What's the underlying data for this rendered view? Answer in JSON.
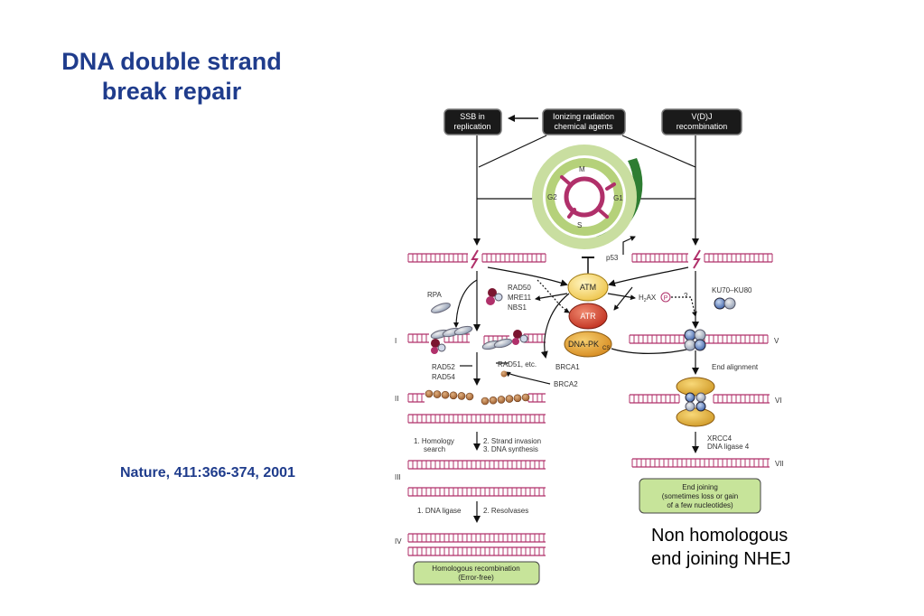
{
  "slide": {
    "title_line1": "DNA double strand",
    "title_line2": "break repair",
    "citation": "Nature, 411:366-374, 2001",
    "caption_line1": "Non homologous",
    "caption_line2": "end joining NHEJ"
  },
  "diagram": {
    "top_boxes": {
      "ssb": [
        "SSB in",
        "replication"
      ],
      "ionizing": [
        "Ionizing radiation",
        "chemical agents"
      ],
      "vdj": [
        "V(D)J",
        "recombination"
      ]
    },
    "cell_cycle": {
      "m": "M",
      "g1": "G1",
      "g2": "G2",
      "s": "S"
    },
    "kinases": {
      "atm": "ATM",
      "atr": "ATR",
      "dnapk": "DNA-PK",
      "dnapk_sub": "CS"
    },
    "factors": {
      "p53": "p53",
      "rpa": "RPA",
      "rad50": "RAD50",
      "mre11": "MRE11",
      "nbs1": "NBS1",
      "h2ax_prefix": "H",
      "h2ax_sub": "2",
      "h2ax_suffix": "AX",
      "phospho": "P",
      "question": "?",
      "ku": "KU70–KU80",
      "brca1": "BRCA1",
      "brca2": "BRCA2",
      "rad52": "RAD52",
      "rad54": "RAD54",
      "rad51": "RAD51, etc.",
      "end_alignment": "End alignment",
      "xrcc4": "XRCC4",
      "ligase4": "DNA ligase 4"
    },
    "steps": {
      "hr_step1a": "1. Homology",
      "hr_step1b": "search",
      "hr_step2a": "2. Strand invasion",
      "hr_step2b": "3. DNA synthesis",
      "hr_step3a": "1. DNA ligase",
      "hr_step3b": "2. Resolvases"
    },
    "roman": {
      "i": "I",
      "ii": "II",
      "iii": "III",
      "iv": "IV",
      "v": "V",
      "vi": "VI",
      "vii": "VII"
    },
    "outcomes": {
      "hr": [
        "Homologous recombination",
        "(Error-free)"
      ],
      "nhej": [
        "End joining",
        "(sometimes loss or gain",
        "of a few nucleotides)"
      ]
    }
  },
  "colors": {
    "title": "#1f3c8c",
    "dna": "#b0306a",
    "outcome_fill": "#c7e49a",
    "atm": "#f7d66a",
    "atr": "#d9452f",
    "dnapk": "#e6a032",
    "dark_green": "#2e7d32"
  }
}
